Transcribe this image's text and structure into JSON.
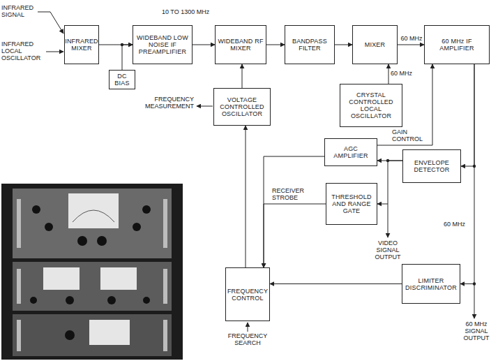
{
  "diagram": {
    "nodes": [
      {
        "text": [
          "INFRARED MIXER"
        ]
      },
      {
        "text": [
          "WIDEBAND LOW NOISE IF PREAMPLIFIER"
        ]
      },
      {
        "text": [
          "WIDEBAND RF MIXER"
        ]
      },
      {
        "text": [
          "BANDPASS FILTER"
        ]
      },
      {
        "text": [
          "MIXER"
        ]
      },
      {
        "text": [
          "60 MHz IF AMPLIFIER"
        ]
      },
      {
        "text": [
          "DC BIAS"
        ]
      },
      {
        "text": [
          "VOLTAGE CONTROLLED OSCILLATOR"
        ]
      },
      {
        "text": [
          "CRYSTAL CONTROLLED LOCAL OSCILLATOR"
        ]
      },
      {
        "text": [
          "AGC AMPLIFIER"
        ]
      },
      {
        "text": [
          "ENVELOPE DETECTOR"
        ]
      },
      {
        "text": [
          "THRESHOLD AND RANGE GATE"
        ]
      },
      {
        "text": [
          "FREQUENCY CONTROL"
        ]
      },
      {
        "text": [
          "LIMITER DISCRIMINATOR"
        ]
      }
    ],
    "edges": [
      {
        "from": 0,
        "to": 1,
        "arrow": "to"
      },
      {
        "from": 6,
        "to": 1,
        "arrow": "to"
      },
      {
        "from": 1,
        "to": 2,
        "arrow": "to"
      },
      {
        "from": 2,
        "to": 3,
        "arrow": "to"
      },
      {
        "from": 3,
        "to": 4,
        "arrow": "to"
      },
      {
        "from": 4,
        "to": 5,
        "arrow": "to"
      },
      {
        "from": 7,
        "to": 2,
        "arrow": "to"
      },
      {
        "from": 8,
        "to": 4,
        "arrow": "to"
      },
      {
        "from": 9,
        "to": 5,
        "arrow": "to",
        "label": "GAIN CONTROL"
      },
      {
        "from": 5,
        "to": 10,
        "arrow": "to"
      },
      {
        "from": 5,
        "to": 13,
        "arrow": "to"
      },
      {
        "from": 10,
        "to": 9,
        "arrow": "to"
      },
      {
        "from": 10,
        "to": 11,
        "arrow": "to"
      },
      {
        "from": 9,
        "to": 12,
        "arrow": "to"
      },
      {
        "from": 11,
        "to": 12,
        "arrow": "to",
        "label": "RECEIVER STROBE"
      },
      {
        "from": 12,
        "to": 7,
        "arrow": "to"
      },
      {
        "from": 13,
        "to": 12,
        "arrow": "to"
      }
    ],
    "labels": [
      "INFRARED SIGNAL",
      "INFRARED LOCAL OSCILLATOR",
      "10 TO 1300 MHz",
      "60 MHz",
      "60 MHz",
      "FREQUENCY MEASUREMENT",
      "VIDEO SIGNAL OUTPUT",
      "60 MHz",
      "60 MHz SIGNAL OUTPUT",
      "FREQUENCY SEARCH"
    ]
  }
}
